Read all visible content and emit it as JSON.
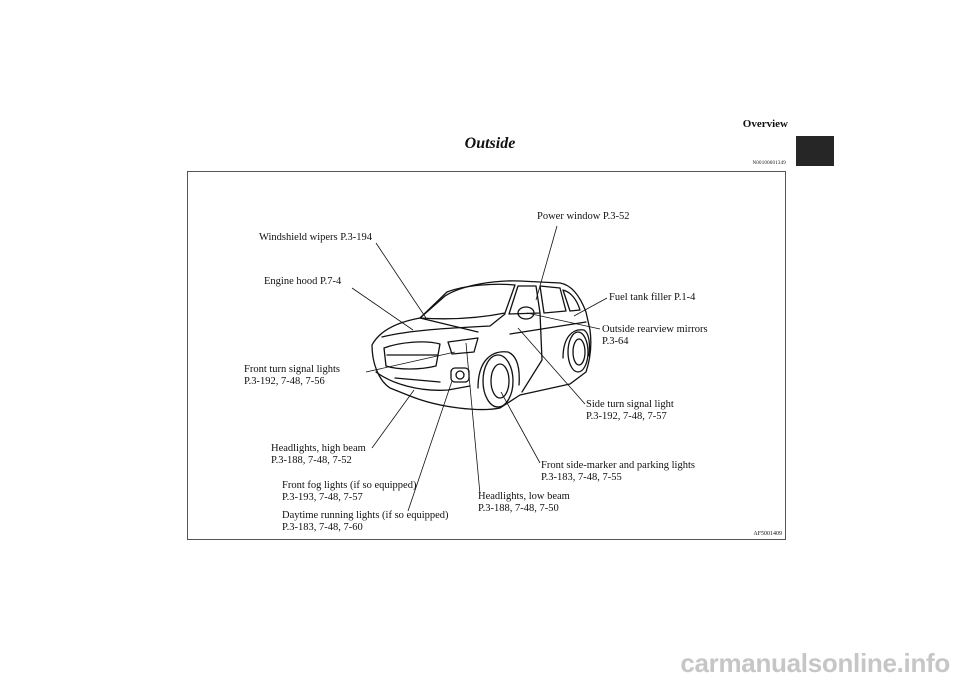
{
  "header": {
    "section": "Overview",
    "title": "Outside",
    "code": "N00100601349"
  },
  "figure": {
    "code": "AF5001409"
  },
  "callouts": [
    {
      "name": "power-window",
      "line1": "Power window P.3-52",
      "line2": ""
    },
    {
      "name": "windshield-wipers",
      "line1": "Windshield wipers P.3-194",
      "line2": ""
    },
    {
      "name": "engine-hood",
      "line1": "Engine hood P.7-4",
      "line2": ""
    },
    {
      "name": "fuel-tank-filler",
      "line1": "Fuel tank filler P.1-4",
      "line2": ""
    },
    {
      "name": "outside-rearview-mirrors",
      "line1": "Outside rearview mirrors",
      "line2": "P.3-64"
    },
    {
      "name": "front-turn-signal-lights",
      "line1": "Front turn signal lights",
      "line2": "P.3-192, 7-48, 7-56"
    },
    {
      "name": "side-turn-signal-light",
      "line1": "Side turn signal light",
      "line2": "P.3-192, 7-48, 7-57"
    },
    {
      "name": "headlights-high-beam",
      "line1": "Headlights, high beam",
      "line2": "P.3-188, 7-48, 7-52"
    },
    {
      "name": "front-side-marker",
      "line1": "Front side-marker and parking lights",
      "line2": "P.3-183, 7-48, 7-55"
    },
    {
      "name": "front-fog-lights",
      "line1": "Front fog lights (if so equipped)",
      "line2": "P.3-193, 7-48, 7-57"
    },
    {
      "name": "headlights-low-beam",
      "line1": "Headlights, low beam",
      "line2": "P.3-188, 7-48, 7-50"
    },
    {
      "name": "daytime-running-lights",
      "line1": "Daytime running lights (if so equipped)",
      "line2": "P.3-183, 7-48, 7-60"
    }
  ],
  "watermark": "carmanualsonline.info"
}
